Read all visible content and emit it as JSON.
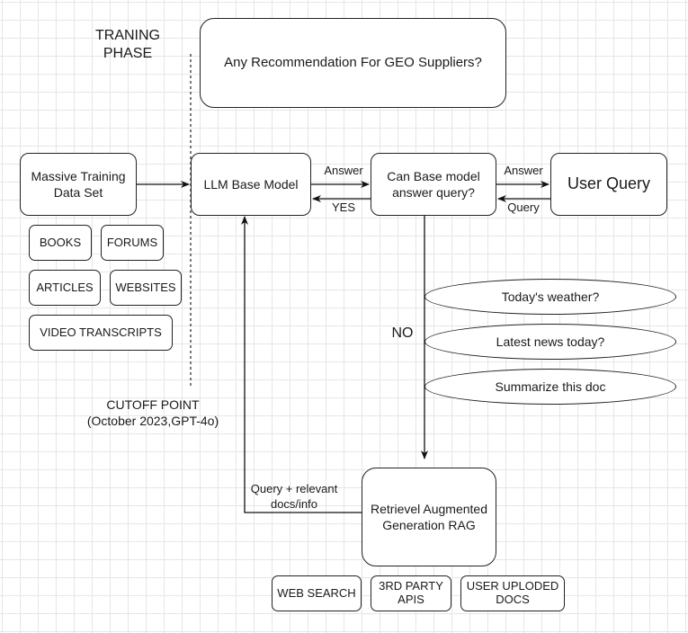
{
  "labels": {
    "training_phase": "TRANING\nPHASE",
    "cutoff_point": "CUTOFF POINT\n(October 2023,GPT-4o)",
    "no": "NO",
    "answer_1": "Answer",
    "yes": "YES",
    "answer_2": "Answer",
    "query": "Query",
    "query_docs": "Query + relevant\ndocs/info"
  },
  "nodes": {
    "top_question": "Any Recommendation For GEO Suppliers?",
    "training_data": "Massive Training\nData Set",
    "llm_base": "LLM Base Model",
    "can_answer": "Can Base model\nanswer query?",
    "user_query": "User Query",
    "rag": "Retrievel Augmented\nGeneration RAG"
  },
  "data_sources": [
    "BOOKS",
    "FORUMS",
    "ARTICLES",
    "WEBSITES",
    "VIDEO TRANSCRIPTS"
  ],
  "example_queries": [
    "Today's weather?",
    "Latest news today?",
    "Summarize this doc"
  ],
  "rag_sources": [
    "WEB SEARCH",
    "3RD PARTY\nAPIS",
    "USER UPLODED\nDOCS"
  ]
}
